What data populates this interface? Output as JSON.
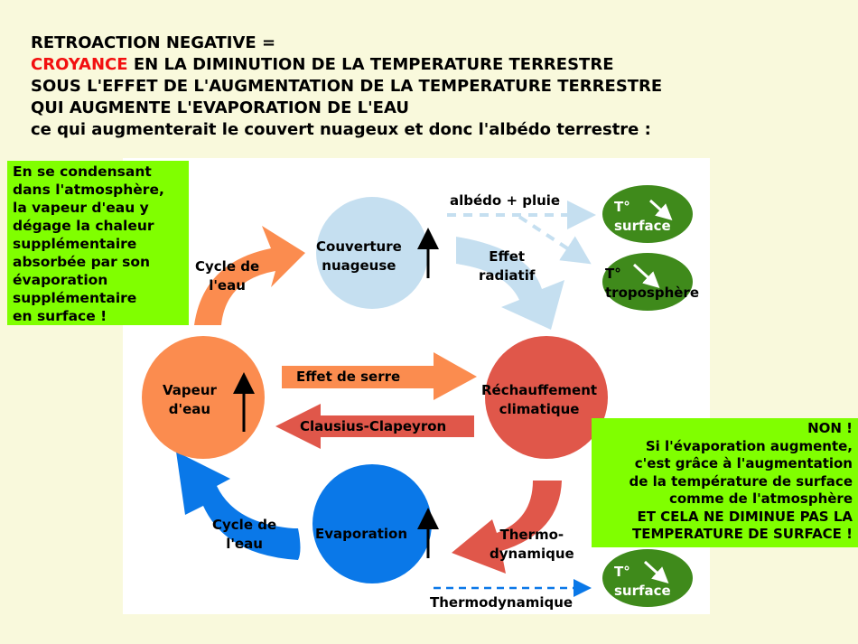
{
  "title": {
    "line1": "RETROACTION NEGATIVE =",
    "highlight": "CROYANCE",
    "line2_rest": " EN LA DIMINUTION DE LA TEMPERATURE TERRESTRE",
    "line3": "SOUS L'EFFET DE L'AUGMENTATION DE LA TEMPERATURE TERRESTRE",
    "line4": "QUI AUGMENTE L'EVAPORATION DE L'EAU",
    "line5": "ce qui augmenterait le couvert nuageux et donc l'albédo terrestre :"
  },
  "left_note": [
    "En se condensant",
    "dans l'atmosphère,",
    "la vapeur d'eau y",
    "dégage la chaleur",
    "supplémentaire",
    "absorbée par son",
    "évaporation",
    "supplémentaire",
    "en surface !"
  ],
  "right_note": [
    "NON !",
    "Si l'évaporation augmente,",
    "c'est grâce à l'augmentation",
    "de la température de surface",
    "comme de l'atmosphère",
    "ET CELA NE DIMINUE PAS LA",
    "TEMPERATURE DE SURFACE !"
  ],
  "nodes": {
    "cloud": [
      "Couverture",
      "nuageuse"
    ],
    "vapour": [
      "Vapeur",
      "d'eau"
    ],
    "warming": [
      "Réchauffement",
      "climatique"
    ],
    "evaporation": "Evaporation"
  },
  "arrows": {
    "cycle_top": [
      "Cycle de",
      "l'eau"
    ],
    "cycle_bottom": [
      "Cycle de",
      "l'eau"
    ],
    "greenhouse": "Effet de serre",
    "clausius": "Clausius-Clapeyron",
    "radiative": [
      "Effet",
      "radiatif"
    ],
    "thermo": [
      "Thermo-",
      "dynamique"
    ],
    "albedo": "albédo + pluie",
    "thermo_bottom": "Thermodynamique"
  },
  "outcomes": {
    "surface1": [
      "T°",
      "surface"
    ],
    "troposphere": [
      "T°",
      "troposphère"
    ],
    "surface2": [
      "T°",
      "surface"
    ]
  },
  "colors": {
    "background": "#f9f9dc",
    "green_note": "#80ff00",
    "cloud": "#c5dff0",
    "vapour": "#fb8c4f",
    "warming": "#e0574a",
    "evaporation": "#0a78e8",
    "outcome": "#3f8a1b",
    "title_highlight": "#f21010"
  }
}
